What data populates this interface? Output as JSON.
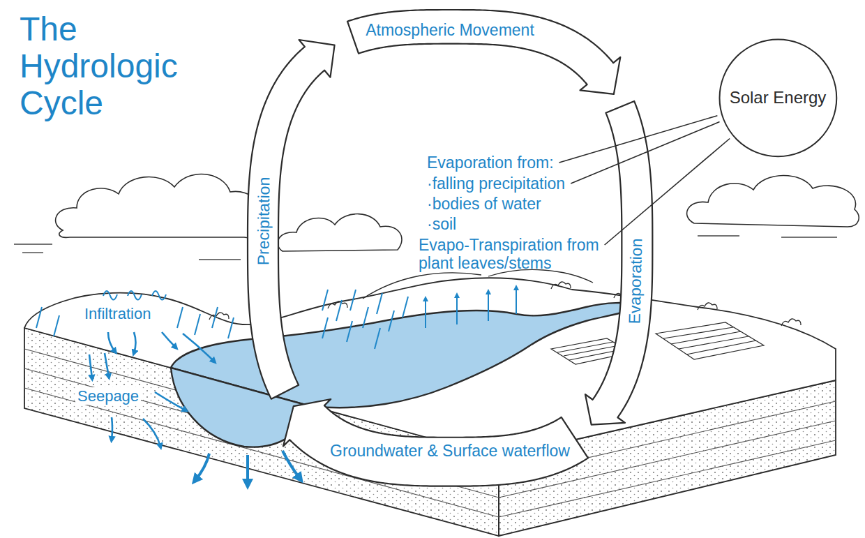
{
  "diagram": {
    "title": "The Hydrologic Cycle",
    "nodes": [
      {
        "text": [
          "Atmospheric Movement"
        ]
      },
      {
        "text": [
          "Solar Energy"
        ]
      },
      {
        "text": [
          "Precipitation"
        ]
      },
      {
        "text": [
          "Evaporation"
        ]
      },
      {
        "text": [
          "Groundwater & Surface waterflow"
        ]
      }
    ],
    "labels": [
      "Evaporation from:",
      "·falling precipitation",
      "·bodies of water",
      "·soil",
      "Evapo-Transpiration from plant leaves/stems",
      "Infiltration",
      "Seepage"
    ]
  }
}
